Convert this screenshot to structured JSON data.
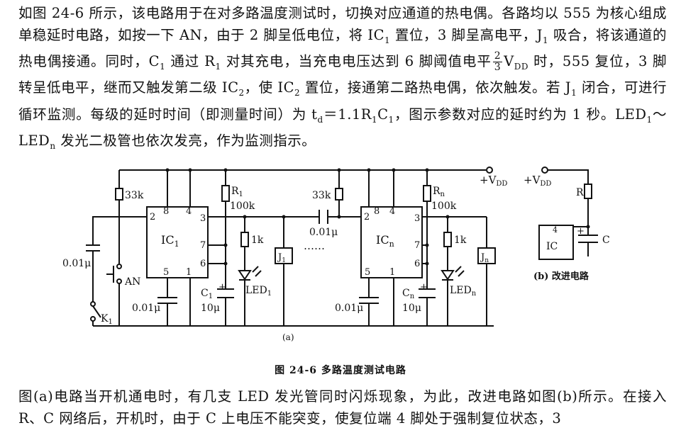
{
  "paragraph_1": {
    "s1": "如图 24-6 所示，该电路用于在对多路温度测试时，切换对应通道的热电偶。各路均以 555 为核心组成单稳延时电路，如按一下 AN，由于 2 脚呈低电位，将 IC",
    "s1_sub": "1",
    "s2": " 置位，3 脚呈高电平，J",
    "s2_sub": "1",
    "s3": " 吸合，将该通道的热电偶接通。同时，C",
    "s3_sub": "1",
    "s4": " 通过 R",
    "s4_sub": "1",
    "s5": " 对其充电，当充电电压达到 6 脚阈值电平",
    "frac_num": "2",
    "frac_den": "3",
    "s6": "V",
    "s6_sub": "DD",
    "s7": " 时，555 复位，3 脚转呈低电平，继而又触发第二级 IC",
    "s7_sub": "2",
    "s8": "，使 IC",
    "s8_sub": "2",
    "s9": " 置位，接通第二路热电偶，依次触发。若 J",
    "s9_sub": "1",
    "s10": " 闭合，可进行循环监测。每级的延时时间（即测量时间）为 t",
    "s10_sub": "d",
    "s11": "＝1.1R",
    "s11_sub": "1",
    "s12": "C",
    "s12_sub": "1",
    "s13": "，图示参数对应的延时约为 1 秒。LED",
    "s13_sub": "1",
    "s14": "～LED",
    "s14_sub": "n",
    "s15": " 发光二极管也依次发亮，作为监测指示。"
  },
  "diagram": {
    "vdd": "+V",
    "vdd_sub": "DD",
    "ic1": "IC",
    "ic1_sub": "1",
    "icn": "IC",
    "icn_sub": "n",
    "pin_2": "2",
    "pin_8": "8",
    "pin_4": "4",
    "pin_3": "3",
    "pin_7": "7",
    "pin_6": "6",
    "pin_5": "5",
    "pin_1": "1",
    "r_33k": "33k",
    "r1": "R",
    "r1_sub": "1",
    "r1_val": "100k",
    "rn": "R",
    "rn_sub": "n",
    "rn_val": "100k",
    "r_1k": "1k",
    "c_in": "0.01μ",
    "c_5": "0.01μ",
    "c_link": "0.01μ",
    "c1": "C",
    "c1_sub": "1",
    "c1_val": "10μ",
    "cn": "C",
    "cn_sub": "n",
    "cn_val": "10μ",
    "led1": "LED",
    "led1_sub": "1",
    "ledn": "LED",
    "ledn_sub": "n",
    "relay1": "J",
    "relay1_sub": "1",
    "relayn": "J",
    "relayn_sub": "n",
    "an": "AN",
    "k1": "K",
    "k1_sub": "1",
    "dots": "……",
    "label_a": "(a)",
    "b_r": "R",
    "b_c": "C",
    "b_ic": "IC",
    "b_pin4": "4",
    "b_plus": "+",
    "label_b": "(b)  改进电路"
  },
  "caption": "图 24-6    多路温度测试电路",
  "paragraph_2": "图(a)电路当开机通电时，有几支 LED 发光管同时闪烁现象，为此，改进电路如图(b)所示。在接入 R、C 网络后，开机时，由于 C 上电压不能突变，使复位端 4 脚处于强制复位状态，3"
}
